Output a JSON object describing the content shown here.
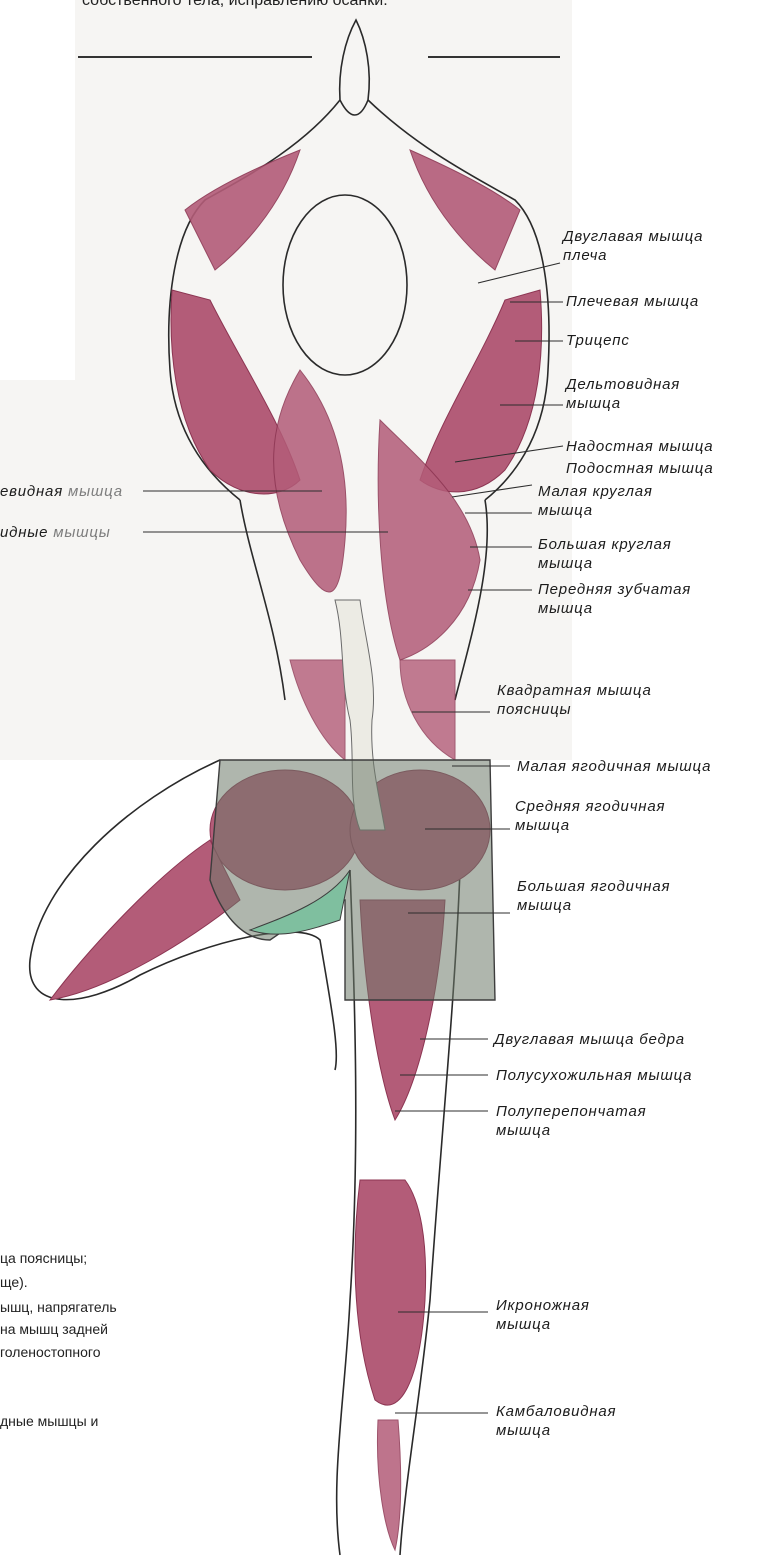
{
  "top_text": "собственного тела, исправлению осанки.",
  "bottom_text": [
    "ца поясницы;",
    "ще).",
    "ышц, напрягатель",
    "на мышц задней",
    "голеностопного",
    "дные мышцы и"
  ],
  "left_labels": [
    {
      "prefix": "евидная ",
      "suffix": "мышца"
    },
    {
      "prefix": "идные ",
      "suffix": "мышцы"
    }
  ],
  "right_labels": [
    {
      "lines": [
        "Двуглавая мышца",
        "плеча"
      ]
    },
    {
      "lines": [
        "Плечевая мышца"
      ]
    },
    {
      "lines": [
        "Трицепс"
      ]
    },
    {
      "lines": [
        "Дельтовидная",
        "мышца"
      ]
    },
    {
      "lines": [
        "Надостная мышца"
      ]
    },
    {
      "lines": [
        "Подостная мышца"
      ]
    },
    {
      "lines": [
        "Малая круглая",
        "мышца"
      ]
    },
    {
      "lines": [
        "Большая круглая",
        "мышца"
      ]
    },
    {
      "lines": [
        "Передняя зубчатая",
        "мышца"
      ]
    },
    {
      "lines": [
        "Квадратная мышца",
        "поясницы"
      ]
    },
    {
      "lines": [
        "Малая ягодичная мышца"
      ]
    },
    {
      "lines": [
        "Средняя ягодичная",
        "мышца"
      ]
    },
    {
      "lines": [
        "Большая ягодичная",
        "мышца"
      ]
    },
    {
      "lines": [
        "Двуглавая мышца бедра"
      ]
    },
    {
      "lines": [
        "Полусухожильная мышца"
      ]
    },
    {
      "lines": [
        "Полуперепончатая",
        "мышца"
      ]
    },
    {
      "lines": [
        "Икроножная",
        "мышца"
      ]
    },
    {
      "lines": [
        "Камбаловидная",
        "мышца"
      ]
    }
  ],
  "colors": {
    "muscle": "#b35c78",
    "muscle_dark": "#8c3552",
    "shorts": "#6e7a6a",
    "accent": "#7fbf9f"
  }
}
